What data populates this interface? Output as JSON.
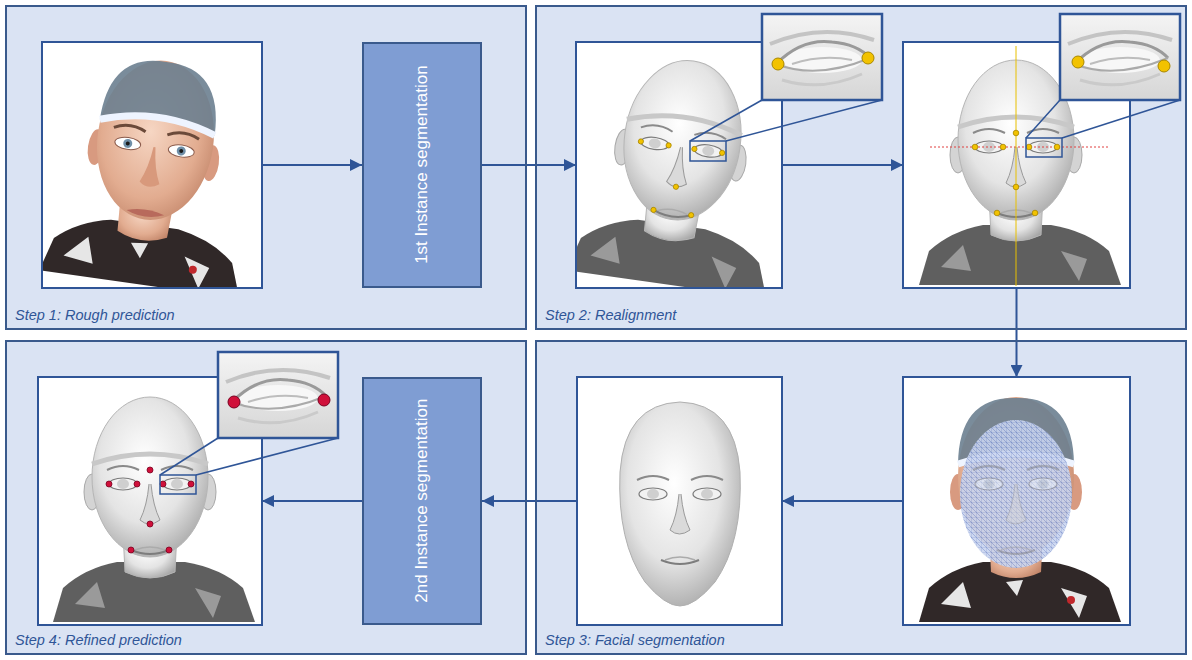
{
  "diagram": {
    "nodes": [
      {
        "text": [
          "Step 1: Rough prediction"
        ]
      },
      {
        "text": [],
        "in": 0
      },
      {
        "text": [
          "1st Instance segmentation"
        ],
        "in": 0
      },
      {
        "text": [
          "Step 2: Realignment"
        ]
      },
      {
        "text": [],
        "in": 3
      },
      {
        "text": [],
        "in": 3
      },
      {
        "text": [
          "Step 4: Refined prediction"
        ]
      },
      {
        "text": [],
        "in": 6
      },
      {
        "text": [
          "2nd Instance segmentation"
        ],
        "in": 6
      },
      {
        "text": [
          "Step 3: Facial segmentation"
        ]
      },
      {
        "text": [],
        "in": 9
      },
      {
        "text": [],
        "in": 9
      }
    ],
    "edges": [
      {
        "from": 1,
        "to": 2,
        "arrow": "to"
      },
      {
        "from": 2,
        "to": 4,
        "arrow": "to"
      },
      {
        "from": 4,
        "to": 5,
        "arrow": "to"
      },
      {
        "from": 5,
        "to": 11,
        "arrow": "to"
      },
      {
        "from": 11,
        "to": 10,
        "arrow": "to"
      },
      {
        "from": 10,
        "to": 8,
        "arrow": "to"
      },
      {
        "from": 8,
        "to": 7,
        "arrow": "to"
      }
    ]
  }
}
